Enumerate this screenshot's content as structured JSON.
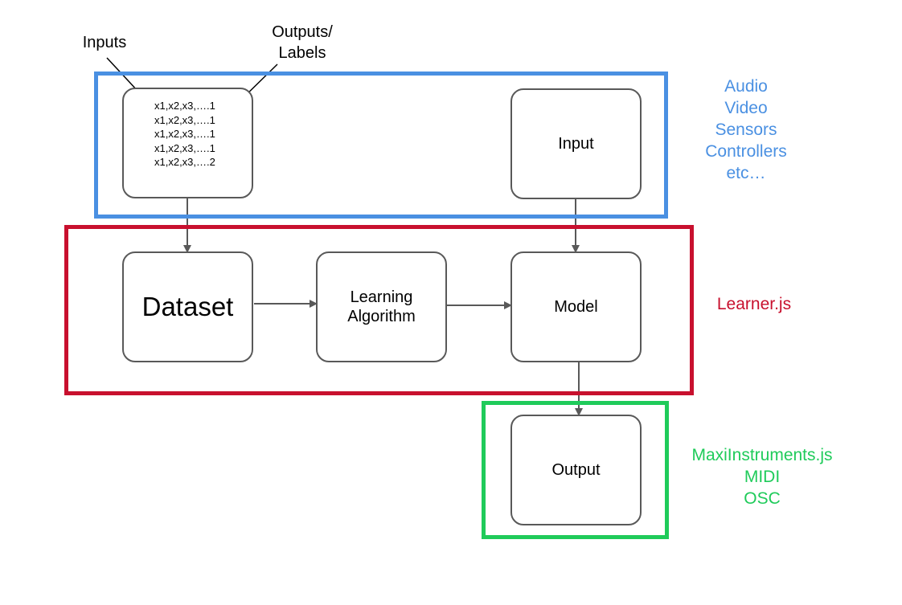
{
  "colors": {
    "data_group": "#4a90e2",
    "learner_group": "#c8102e",
    "output_group": "#1fcb5a",
    "box_border": "#595959",
    "arrow": "#595959"
  },
  "annotations": {
    "inputs": "Inputs",
    "outputs_labels": "Outputs/\nLabels"
  },
  "training_rows": [
    "x1,x2,x3,….1",
    "x1,x2,x3,….1",
    "x1,x2,x3,….1",
    "x1,x2,x3,….1",
    "x1,x2,x3,….2"
  ],
  "nodes": {
    "input": "Input",
    "dataset": "Dataset",
    "learning_algorithm": "Learning\nAlgorithm",
    "model": "Model",
    "output": "Output"
  },
  "side_labels": {
    "input_sources": [
      "Audio",
      "Video",
      "Sensors",
      "Controllers",
      "etc…"
    ],
    "learner": "Learner.js",
    "output_targets": [
      "MaxiInstruments.js",
      "MIDI",
      "OSC"
    ]
  },
  "edges": [
    {
      "from": "training_rows",
      "to": "dataset"
    },
    {
      "from": "dataset",
      "to": "learning_algorithm"
    },
    {
      "from": "learning_algorithm",
      "to": "model"
    },
    {
      "from": "input",
      "to": "model"
    },
    {
      "from": "model",
      "to": "output"
    }
  ]
}
